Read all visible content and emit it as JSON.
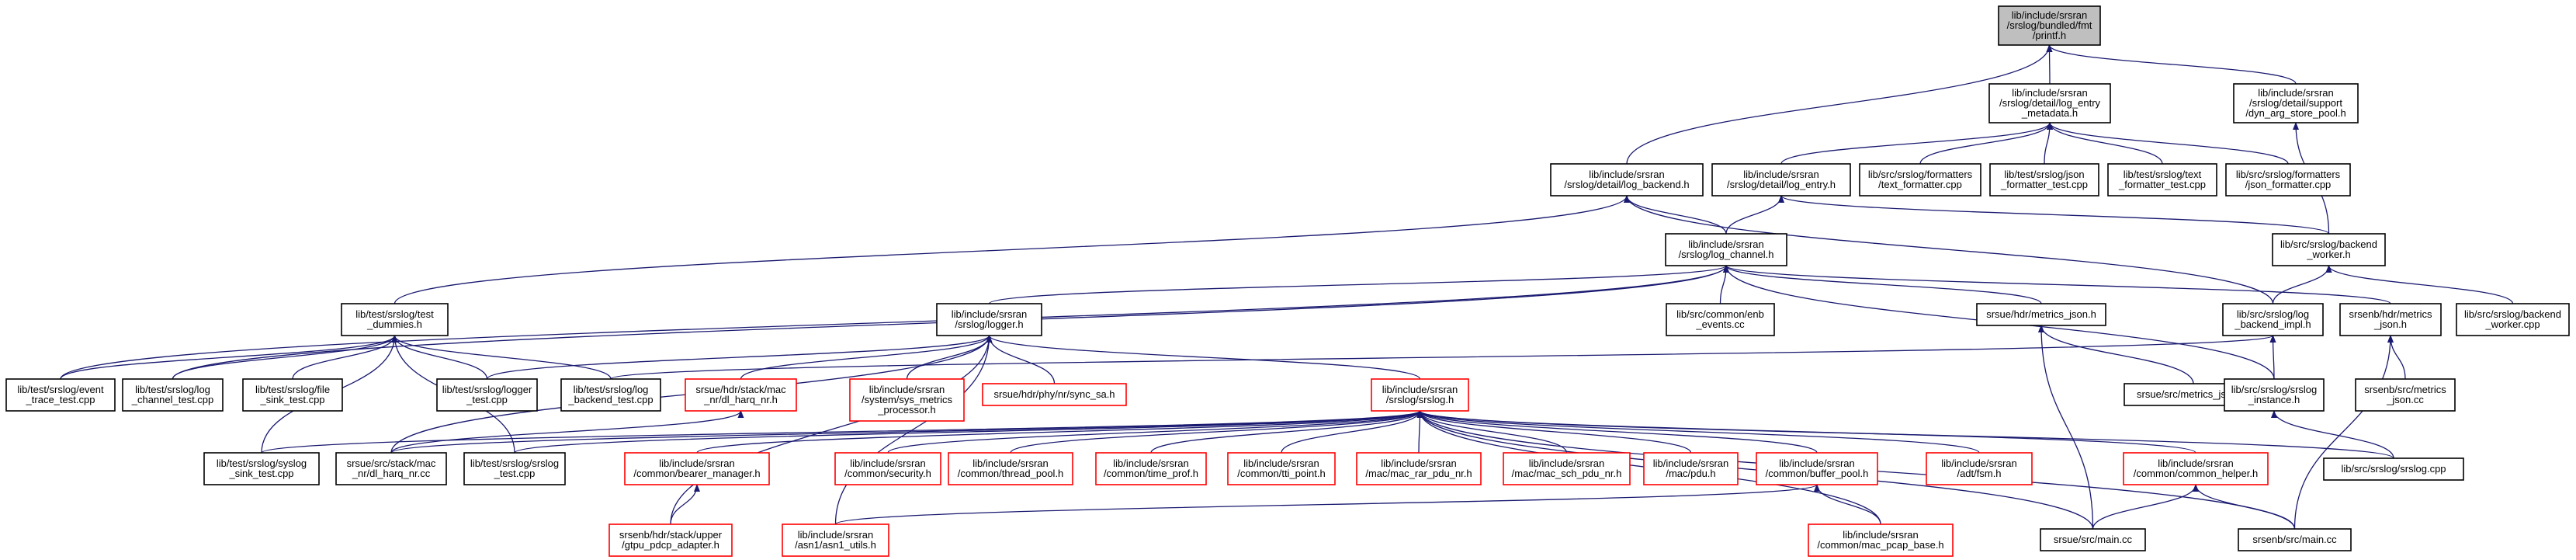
{
  "colors": {
    "background": "#ffffff",
    "edge": "#191970",
    "arrow": "#191970",
    "node_border_default": "#000000",
    "node_border_truncated": "#ff0000",
    "node_fill_root": "#bfbfbf",
    "node_fill": "#ffffff",
    "text": "#000000"
  },
  "graph": {
    "nodes": [
      {
        "id": "root",
        "lines": [
          "lib/include/srsran",
          "/srslog/bundled/fmt",
          "/printf.h"
        ],
        "style": "root"
      },
      {
        "id": "log_entry_metadata",
        "lines": [
          "lib/include/srsran",
          "/srslog/detail/log_entry",
          "_metadata.h"
        ],
        "style": "normal"
      },
      {
        "id": "dyn_arg_store_pool",
        "lines": [
          "lib/include/srsran",
          "/srslog/detail/support",
          "/dyn_arg_store_pool.h"
        ],
        "style": "normal"
      },
      {
        "id": "log_backend_h",
        "lines": [
          "lib/include/srsran",
          "/srslog/detail/log_backend.h"
        ],
        "style": "normal"
      },
      {
        "id": "log_entry_h",
        "lines": [
          "lib/include/srsran",
          "/srslog/detail/log_entry.h"
        ],
        "style": "normal"
      },
      {
        "id": "text_formatter",
        "lines": [
          "lib/src/srslog/formatters",
          "/text_formatter.cpp"
        ],
        "style": "normal"
      },
      {
        "id": "json_formatter_test",
        "lines": [
          "lib/test/srslog/json",
          "_formatter_test.cpp"
        ],
        "style": "normal"
      },
      {
        "id": "text_formatter_test",
        "lines": [
          "lib/test/srslog/text",
          "_formatter_test.cpp"
        ],
        "style": "normal"
      },
      {
        "id": "json_formatter",
        "lines": [
          "lib/src/srslog/formatters",
          "/json_formatter.cpp"
        ],
        "style": "normal"
      },
      {
        "id": "log_channel_h",
        "lines": [
          "lib/include/srsran",
          "/srslog/log_channel.h"
        ],
        "style": "normal"
      },
      {
        "id": "backend_worker_h",
        "lines": [
          "lib/src/srslog/backend",
          "_worker.h"
        ],
        "style": "normal"
      },
      {
        "id": "test_dummies",
        "lines": [
          "lib/test/srslog/test",
          "_dummies.h"
        ],
        "style": "normal"
      },
      {
        "id": "logger_h",
        "lines": [
          "lib/include/srsran",
          "/srslog/logger.h"
        ],
        "style": "normal"
      },
      {
        "id": "enb_events",
        "lines": [
          "lib/src/common/enb",
          "_events.cc"
        ],
        "style": "normal"
      },
      {
        "id": "metrics_json_ue_h",
        "lines": [
          "srsue/hdr/metrics_json.h"
        ],
        "style": "normal"
      },
      {
        "id": "log_backend_impl",
        "lines": [
          "lib/src/srslog/log",
          "_backend_impl.h"
        ],
        "style": "normal"
      },
      {
        "id": "metrics_json_enb_h",
        "lines": [
          "srsenb/hdr/metrics",
          "_json.h"
        ],
        "style": "normal"
      },
      {
        "id": "backend_worker_cpp",
        "lines": [
          "lib/src/srslog/backend",
          "_worker.cpp"
        ],
        "style": "normal"
      },
      {
        "id": "event_trace_test",
        "lines": [
          "lib/test/srslog/event",
          "_trace_test.cpp"
        ],
        "style": "normal"
      },
      {
        "id": "log_channel_test",
        "lines": [
          "lib/test/srslog/log",
          "_channel_test.cpp"
        ],
        "style": "normal"
      },
      {
        "id": "file_sink_test",
        "lines": [
          "lib/test/srslog/file",
          "_sink_test.cpp"
        ],
        "style": "normal"
      },
      {
        "id": "logger_test",
        "lines": [
          "lib/test/srslog/logger",
          "_test.cpp"
        ],
        "style": "normal"
      },
      {
        "id": "log_backend_test",
        "lines": [
          "lib/test/srslog/log",
          "_backend_test.cpp"
        ],
        "style": "normal"
      },
      {
        "id": "dl_harq_nr_h",
        "lines": [
          "srsue/hdr/stack/mac",
          "_nr/dl_harq_nr.h"
        ],
        "style": "truncated"
      },
      {
        "id": "sys_metrics",
        "lines": [
          "lib/include/srsran",
          "/system/sys_metrics",
          "_processor.h"
        ],
        "style": "truncated"
      },
      {
        "id": "sync_sa",
        "lines": [
          "srsue/hdr/phy/nr/sync_sa.h"
        ],
        "style": "truncated"
      },
      {
        "id": "srslog_h",
        "lines": [
          "lib/include/srsran",
          "/srslog/srslog.h"
        ],
        "style": "truncated"
      },
      {
        "id": "metrics_json_ue_cc",
        "lines": [
          "srsue/src/metrics_json.cc"
        ],
        "style": "normal"
      },
      {
        "id": "srslog_instance",
        "lines": [
          "lib/src/srslog/srslog",
          "_instance.h"
        ],
        "style": "normal"
      },
      {
        "id": "metrics_json_enb_cc",
        "lines": [
          "srsenb/src/metrics",
          "_json.cc"
        ],
        "style": "normal"
      },
      {
        "id": "syslog_sink_test",
        "lines": [
          "lib/test/srslog/syslog",
          "_sink_test.cpp"
        ],
        "style": "normal"
      },
      {
        "id": "dl_harq_nr_cc",
        "lines": [
          "srsue/src/stack/mac",
          "_nr/dl_harq_nr.cc"
        ],
        "style": "normal"
      },
      {
        "id": "srslog_test",
        "lines": [
          "lib/test/srslog/srslog",
          "_test.cpp"
        ],
        "style": "normal"
      },
      {
        "id": "bearer_manager",
        "lines": [
          "lib/include/srsran",
          "/common/bearer_manager.h"
        ],
        "style": "truncated"
      },
      {
        "id": "security_h",
        "lines": [
          "lib/include/srsran",
          "/common/security.h"
        ],
        "style": "truncated"
      },
      {
        "id": "thread_pool",
        "lines": [
          "lib/include/srsran",
          "/common/thread_pool.h"
        ],
        "style": "truncated"
      },
      {
        "id": "time_prof",
        "lines": [
          "lib/include/srsran",
          "/common/time_prof.h"
        ],
        "style": "truncated"
      },
      {
        "id": "tti_point",
        "lines": [
          "lib/include/srsran",
          "/common/tti_point.h"
        ],
        "style": "truncated"
      },
      {
        "id": "mac_rar_pdu_nr",
        "lines": [
          "lib/include/srsran",
          "/mac/mac_rar_pdu_nr.h"
        ],
        "style": "truncated"
      },
      {
        "id": "mac_sch_pdu_nr",
        "lines": [
          "lib/include/srsran",
          "/mac/mac_sch_pdu_nr.h"
        ],
        "style": "truncated"
      },
      {
        "id": "pdu_h",
        "lines": [
          "lib/include/srsran",
          "/mac/pdu.h"
        ],
        "style": "truncated"
      },
      {
        "id": "buffer_pool",
        "lines": [
          "lib/include/srsran",
          "/common/buffer_pool.h"
        ],
        "style": "truncated"
      },
      {
        "id": "fsm_h",
        "lines": [
          "lib/include/srsran",
          "/adt/fsm.h"
        ],
        "style": "truncated"
      },
      {
        "id": "common_helper",
        "lines": [
          "lib/include/srsran",
          "/common/common_helper.h"
        ],
        "style": "truncated"
      },
      {
        "id": "srslog_cpp",
        "lines": [
          "lib/src/srslog/srslog.cpp"
        ],
        "style": "normal"
      },
      {
        "id": "gtpu_pdcp_adapter",
        "lines": [
          "srsenb/hdr/stack/upper",
          "/gtpu_pdcp_adapter.h"
        ],
        "style": "truncated"
      },
      {
        "id": "asn1_utils",
        "lines": [
          "lib/include/srsran",
          "/asn1/asn1_utils.h"
        ],
        "style": "truncated"
      },
      {
        "id": "mac_pcap_base",
        "lines": [
          "lib/include/srsran",
          "/common/mac_pcap_base.h"
        ],
        "style": "truncated"
      },
      {
        "id": "srsue_main",
        "lines": [
          "srsue/src/main.cc"
        ],
        "style": "normal"
      },
      {
        "id": "srsenb_main",
        "lines": [
          "srsenb/src/main.cc"
        ],
        "style": "normal"
      }
    ],
    "edges": [
      {
        "from": "log_entry_metadata",
        "to": "root"
      },
      {
        "from": "dyn_arg_store_pool",
        "to": "root"
      },
      {
        "from": "log_backend_h",
        "to": "root"
      },
      {
        "from": "log_entry_h",
        "to": "log_entry_metadata"
      },
      {
        "from": "text_formatter",
        "to": "log_entry_metadata"
      },
      {
        "from": "json_formatter_test",
        "to": "log_entry_metadata"
      },
      {
        "from": "text_formatter_test",
        "to": "log_entry_metadata"
      },
      {
        "from": "json_formatter",
        "to": "log_entry_metadata"
      },
      {
        "from": "backend_worker_h",
        "to": "dyn_arg_store_pool"
      },
      {
        "from": "log_channel_h",
        "to": "log_backend_h"
      },
      {
        "from": "test_dummies",
        "to": "log_backend_h"
      },
      {
        "from": "log_backend_impl",
        "to": "log_backend_h"
      },
      {
        "from": "log_channel_h",
        "to": "log_entry_h"
      },
      {
        "from": "backend_worker_h",
        "to": "log_entry_h"
      },
      {
        "from": "log_backend_impl",
        "to": "backend_worker_h"
      },
      {
        "from": "backend_worker_cpp",
        "to": "backend_worker_h"
      },
      {
        "from": "logger_h",
        "to": "log_channel_h"
      },
      {
        "from": "enb_events",
        "to": "log_channel_h"
      },
      {
        "from": "metrics_json_ue_h",
        "to": "log_channel_h"
      },
      {
        "from": "metrics_json_enb_h",
        "to": "log_channel_h"
      },
      {
        "from": "srslog_instance",
        "to": "log_channel_h"
      },
      {
        "from": "event_trace_test",
        "to": "log_channel_h"
      },
      {
        "from": "log_channel_test",
        "to": "log_channel_h"
      },
      {
        "from": "event_trace_test",
        "to": "test_dummies"
      },
      {
        "from": "log_channel_test",
        "to": "test_dummies"
      },
      {
        "from": "file_sink_test",
        "to": "test_dummies"
      },
      {
        "from": "logger_test",
        "to": "test_dummies"
      },
      {
        "from": "log_backend_test",
        "to": "test_dummies"
      },
      {
        "from": "syslog_sink_test",
        "to": "test_dummies"
      },
      {
        "from": "srslog_test",
        "to": "test_dummies"
      },
      {
        "from": "logger_test",
        "to": "logger_h"
      },
      {
        "from": "dl_harq_nr_h",
        "to": "logger_h"
      },
      {
        "from": "sys_metrics",
        "to": "logger_h"
      },
      {
        "from": "sync_sa",
        "to": "logger_h"
      },
      {
        "from": "srslog_h",
        "to": "logger_h"
      },
      {
        "from": "dl_harq_nr_cc",
        "to": "logger_h"
      },
      {
        "from": "gtpu_pdcp_adapter",
        "to": "logger_h"
      },
      {
        "from": "asn1_utils",
        "to": "logger_h"
      },
      {
        "from": "metrics_json_ue_cc",
        "to": "metrics_json_ue_h"
      },
      {
        "from": "srsue_main",
        "to": "metrics_json_ue_h"
      },
      {
        "from": "log_backend_test",
        "to": "log_backend_impl"
      },
      {
        "from": "srslog_instance",
        "to": "log_backend_impl"
      },
      {
        "from": "metrics_json_enb_cc",
        "to": "metrics_json_enb_h"
      },
      {
        "from": "srsenb_main",
        "to": "metrics_json_enb_h"
      },
      {
        "from": "srslog_cpp",
        "to": "srslog_instance"
      },
      {
        "from": "dl_harq_nr_cc",
        "to": "dl_harq_nr_h"
      },
      {
        "from": "syslog_sink_test",
        "to": "srslog_h"
      },
      {
        "from": "dl_harq_nr_cc",
        "to": "srslog_h"
      },
      {
        "from": "srslog_test",
        "to": "srslog_h"
      },
      {
        "from": "bearer_manager",
        "to": "srslog_h"
      },
      {
        "from": "security_h",
        "to": "srslog_h"
      },
      {
        "from": "thread_pool",
        "to": "srslog_h"
      },
      {
        "from": "time_prof",
        "to": "srslog_h"
      },
      {
        "from": "tti_point",
        "to": "srslog_h"
      },
      {
        "from": "mac_rar_pdu_nr",
        "to": "srslog_h"
      },
      {
        "from": "mac_sch_pdu_nr",
        "to": "srslog_h"
      },
      {
        "from": "pdu_h",
        "to": "srslog_h"
      },
      {
        "from": "buffer_pool",
        "to": "srslog_h"
      },
      {
        "from": "fsm_h",
        "to": "srslog_h"
      },
      {
        "from": "common_helper",
        "to": "srslog_h"
      },
      {
        "from": "srslog_cpp",
        "to": "srslog_h"
      },
      {
        "from": "srsue_main",
        "to": "srslog_h"
      },
      {
        "from": "srsenb_main",
        "to": "srslog_h"
      },
      {
        "from": "mac_pcap_base",
        "to": "srslog_h"
      },
      {
        "from": "gtpu_pdcp_adapter",
        "to": "bearer_manager"
      },
      {
        "from": "asn1_utils",
        "to": "buffer_pool"
      },
      {
        "from": "mac_pcap_base",
        "to": "buffer_pool"
      },
      {
        "from": "srsue_main",
        "to": "common_helper"
      },
      {
        "from": "srsenb_main",
        "to": "common_helper"
      }
    ]
  }
}
